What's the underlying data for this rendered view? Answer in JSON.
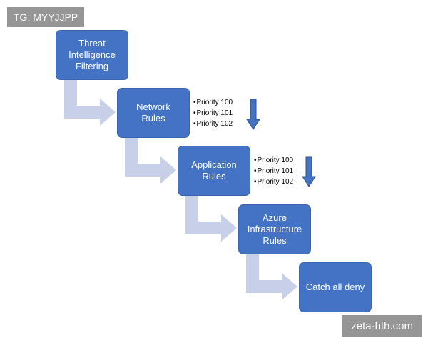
{
  "boxes": {
    "threat": "Threat\nIntelligence\nFiltering",
    "network": "Network\nRules",
    "application": "Application\nRules",
    "azure": "Azure\nInfrastructure\nRules",
    "catch_all": "Catch all deny"
  },
  "network_priorities": [
    "Priority 100",
    "Priority 101",
    "Priority 102"
  ],
  "application_priorities": [
    "Priority 100",
    "Priority 101",
    "Priority 102"
  ],
  "watermarks": {
    "top_left": "TG: MYYJJPP",
    "bottom_right": "zeta-hth.com"
  },
  "colors": {
    "box_fill": "#4472c4",
    "connector_arrow": "#c7d0e8",
    "priority_arrow": "#4472c4"
  }
}
